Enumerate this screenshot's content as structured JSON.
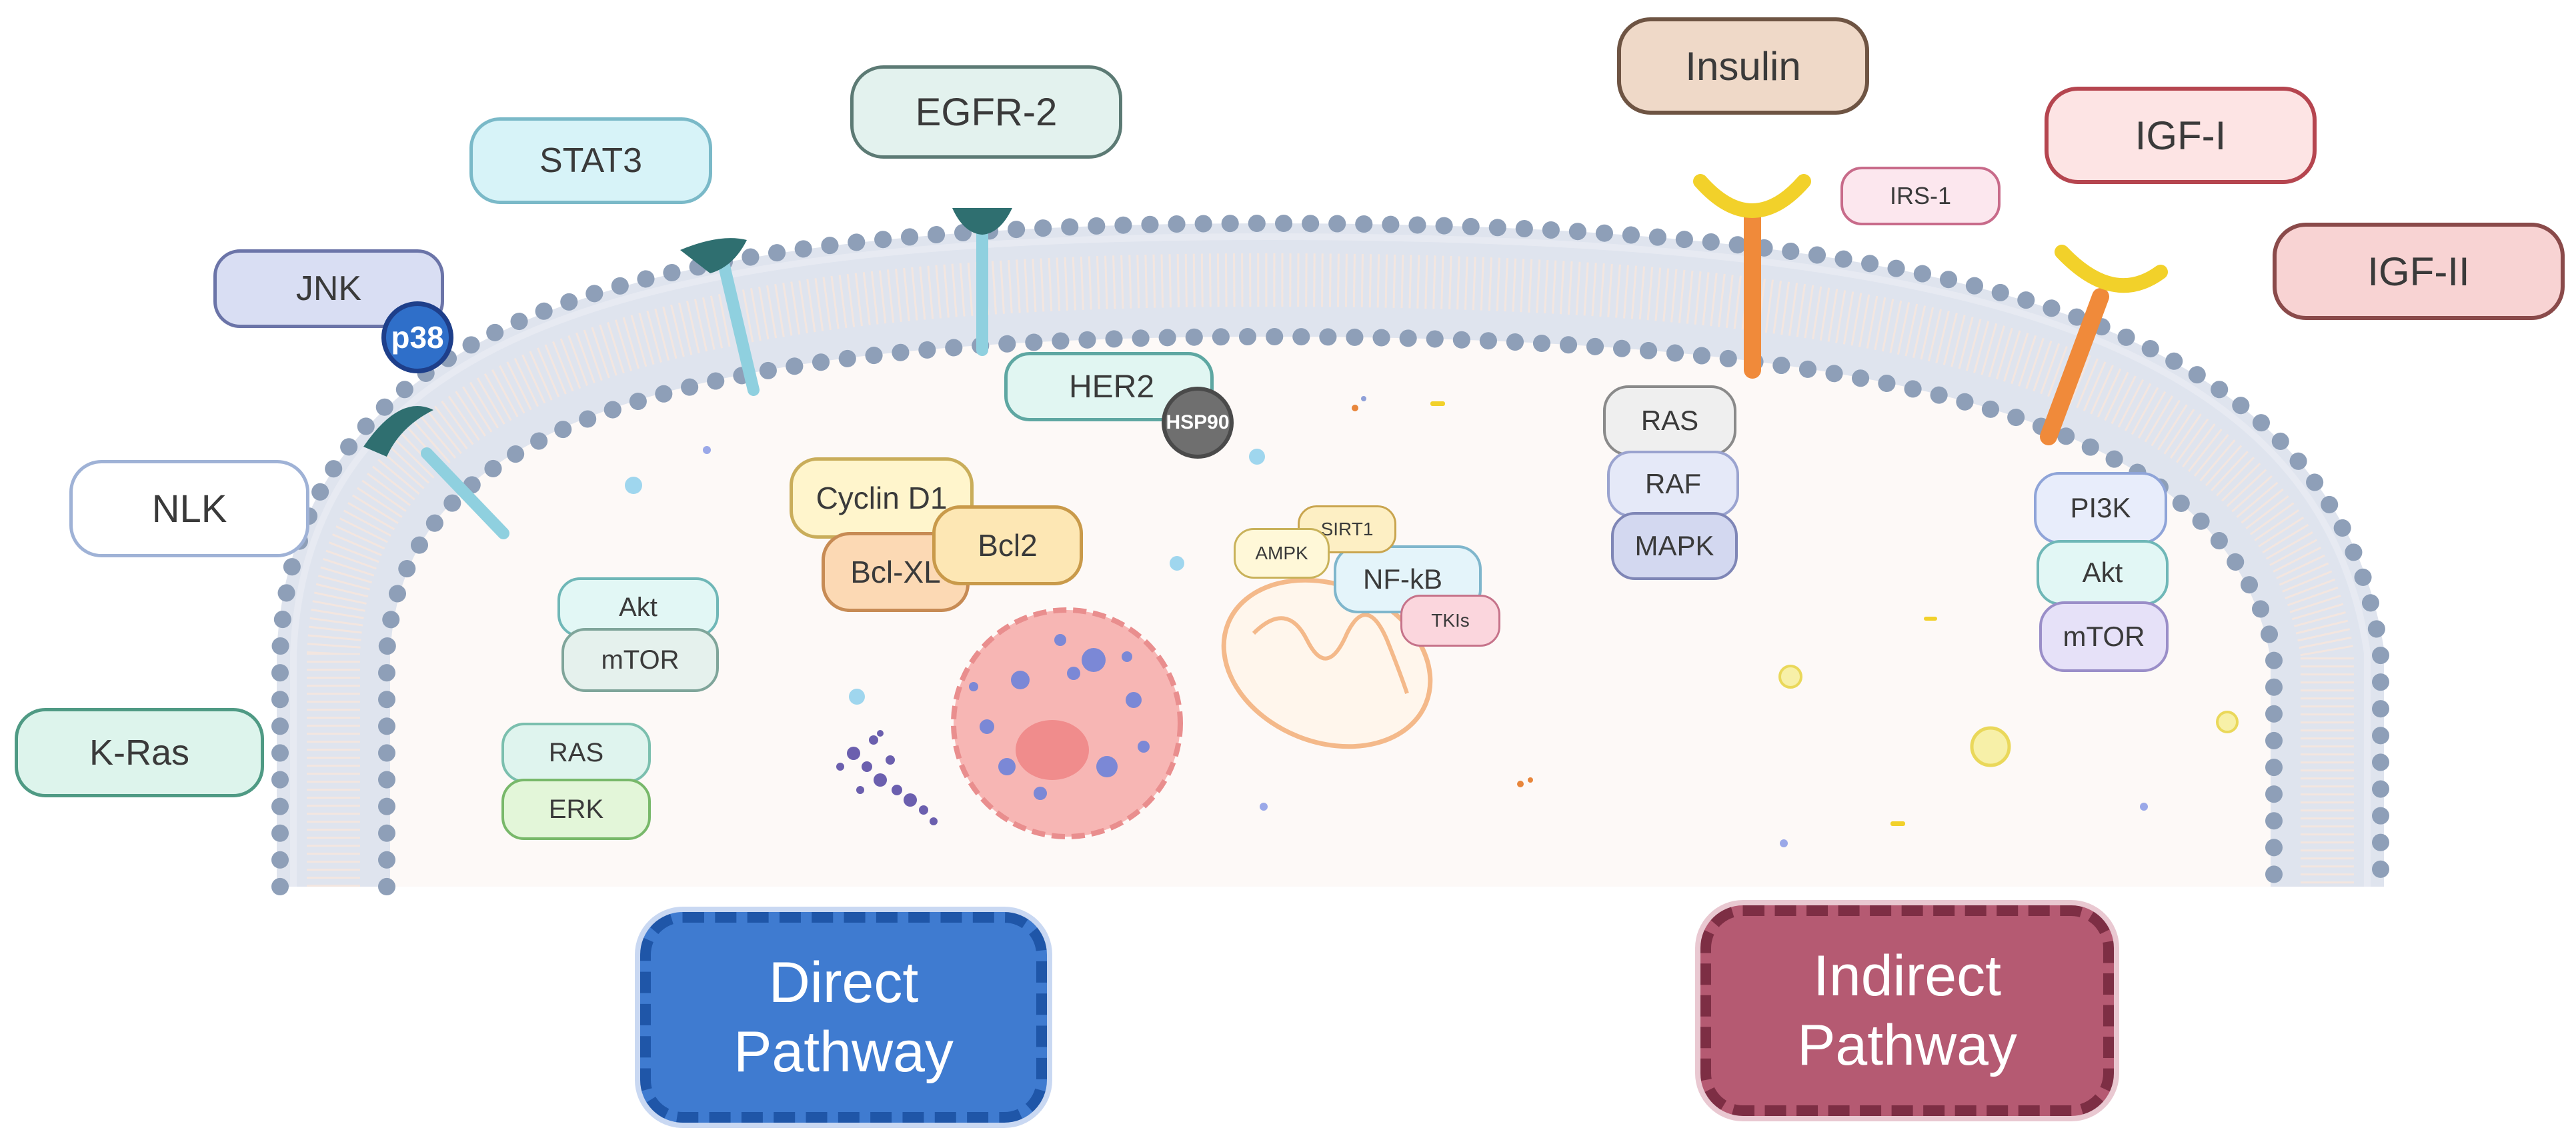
{
  "outside": {
    "jnk": "JNK",
    "p38": "p38",
    "stat3": "STAT3",
    "egfr2": "EGFR-2",
    "nlk": "NLK",
    "kras": "K-Ras",
    "insulin": "Insulin",
    "irs1": "IRS-1",
    "igf1": "IGF-I",
    "igf2": "IGF-II"
  },
  "inside_left": {
    "her2": "HER2",
    "hsp90": "HSP90",
    "cyclin_d1": "Cyclin D1",
    "bcl_xl": "Bcl-XL",
    "bcl2": "Bcl2",
    "akt": "Akt",
    "mtor": "mTOR",
    "ras": "RAS",
    "erk": "ERK",
    "ampk": "AMPK",
    "sirt1": "SIRT1",
    "nfkb": "NF-kB",
    "tkis": "TKIs"
  },
  "inside_right": {
    "ras": "RAS",
    "raf": "RAF",
    "mapk": "MAPK",
    "pi3k": "PI3K",
    "akt": "Akt",
    "mtor": "mTOR"
  },
  "pathways": {
    "direct_line1": "Direct",
    "direct_line2": "Pathway",
    "indirect_line1": "Indirect",
    "indirect_line2": "Pathway"
  },
  "colors": {
    "direct": "#3f7bd0",
    "indirect": "#b55a72",
    "membrane_head": "#8e9fb8",
    "receptor_teal": "#2f6f70",
    "receptor_orange": "#f08a3a",
    "receptor_yellow": "#f2d12a",
    "nucleus": "#f2a6a6",
    "mitochondrion": "#f4b98a"
  }
}
